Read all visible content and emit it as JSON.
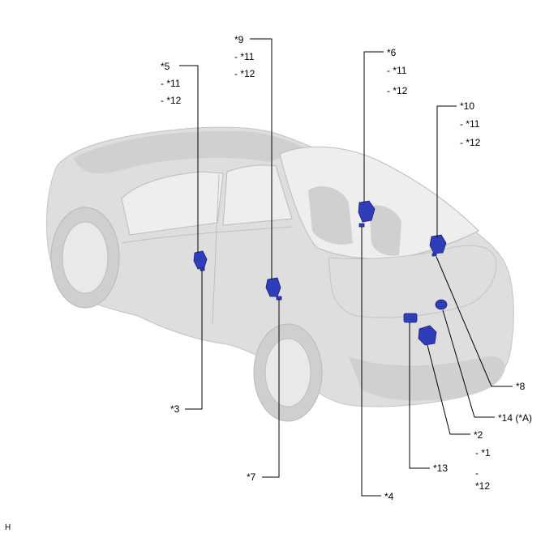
{
  "callouts": {
    "c5": "*5",
    "c5_11": "- *11",
    "c5_12": "- *12",
    "c9": "*9",
    "c9_11": "- *11",
    "c9_12": "- *12",
    "c6": "*6",
    "c6_11": "- *11",
    "c6_12": "- *12",
    "c10": "*10",
    "c10_11": "- *11",
    "c10_12": "- *12",
    "c3": "*3",
    "c7": "*7",
    "c4": "*4",
    "c8": "*8",
    "c14": "*14 (*A)",
    "c2": "*2",
    "c2_1": "- *1",
    "c2_dash": "-",
    "c2_12": "*12",
    "c13": "*13"
  },
  "corner_label": "H",
  "colors": {
    "part": "#2f3db8",
    "body": "#dedede"
  }
}
